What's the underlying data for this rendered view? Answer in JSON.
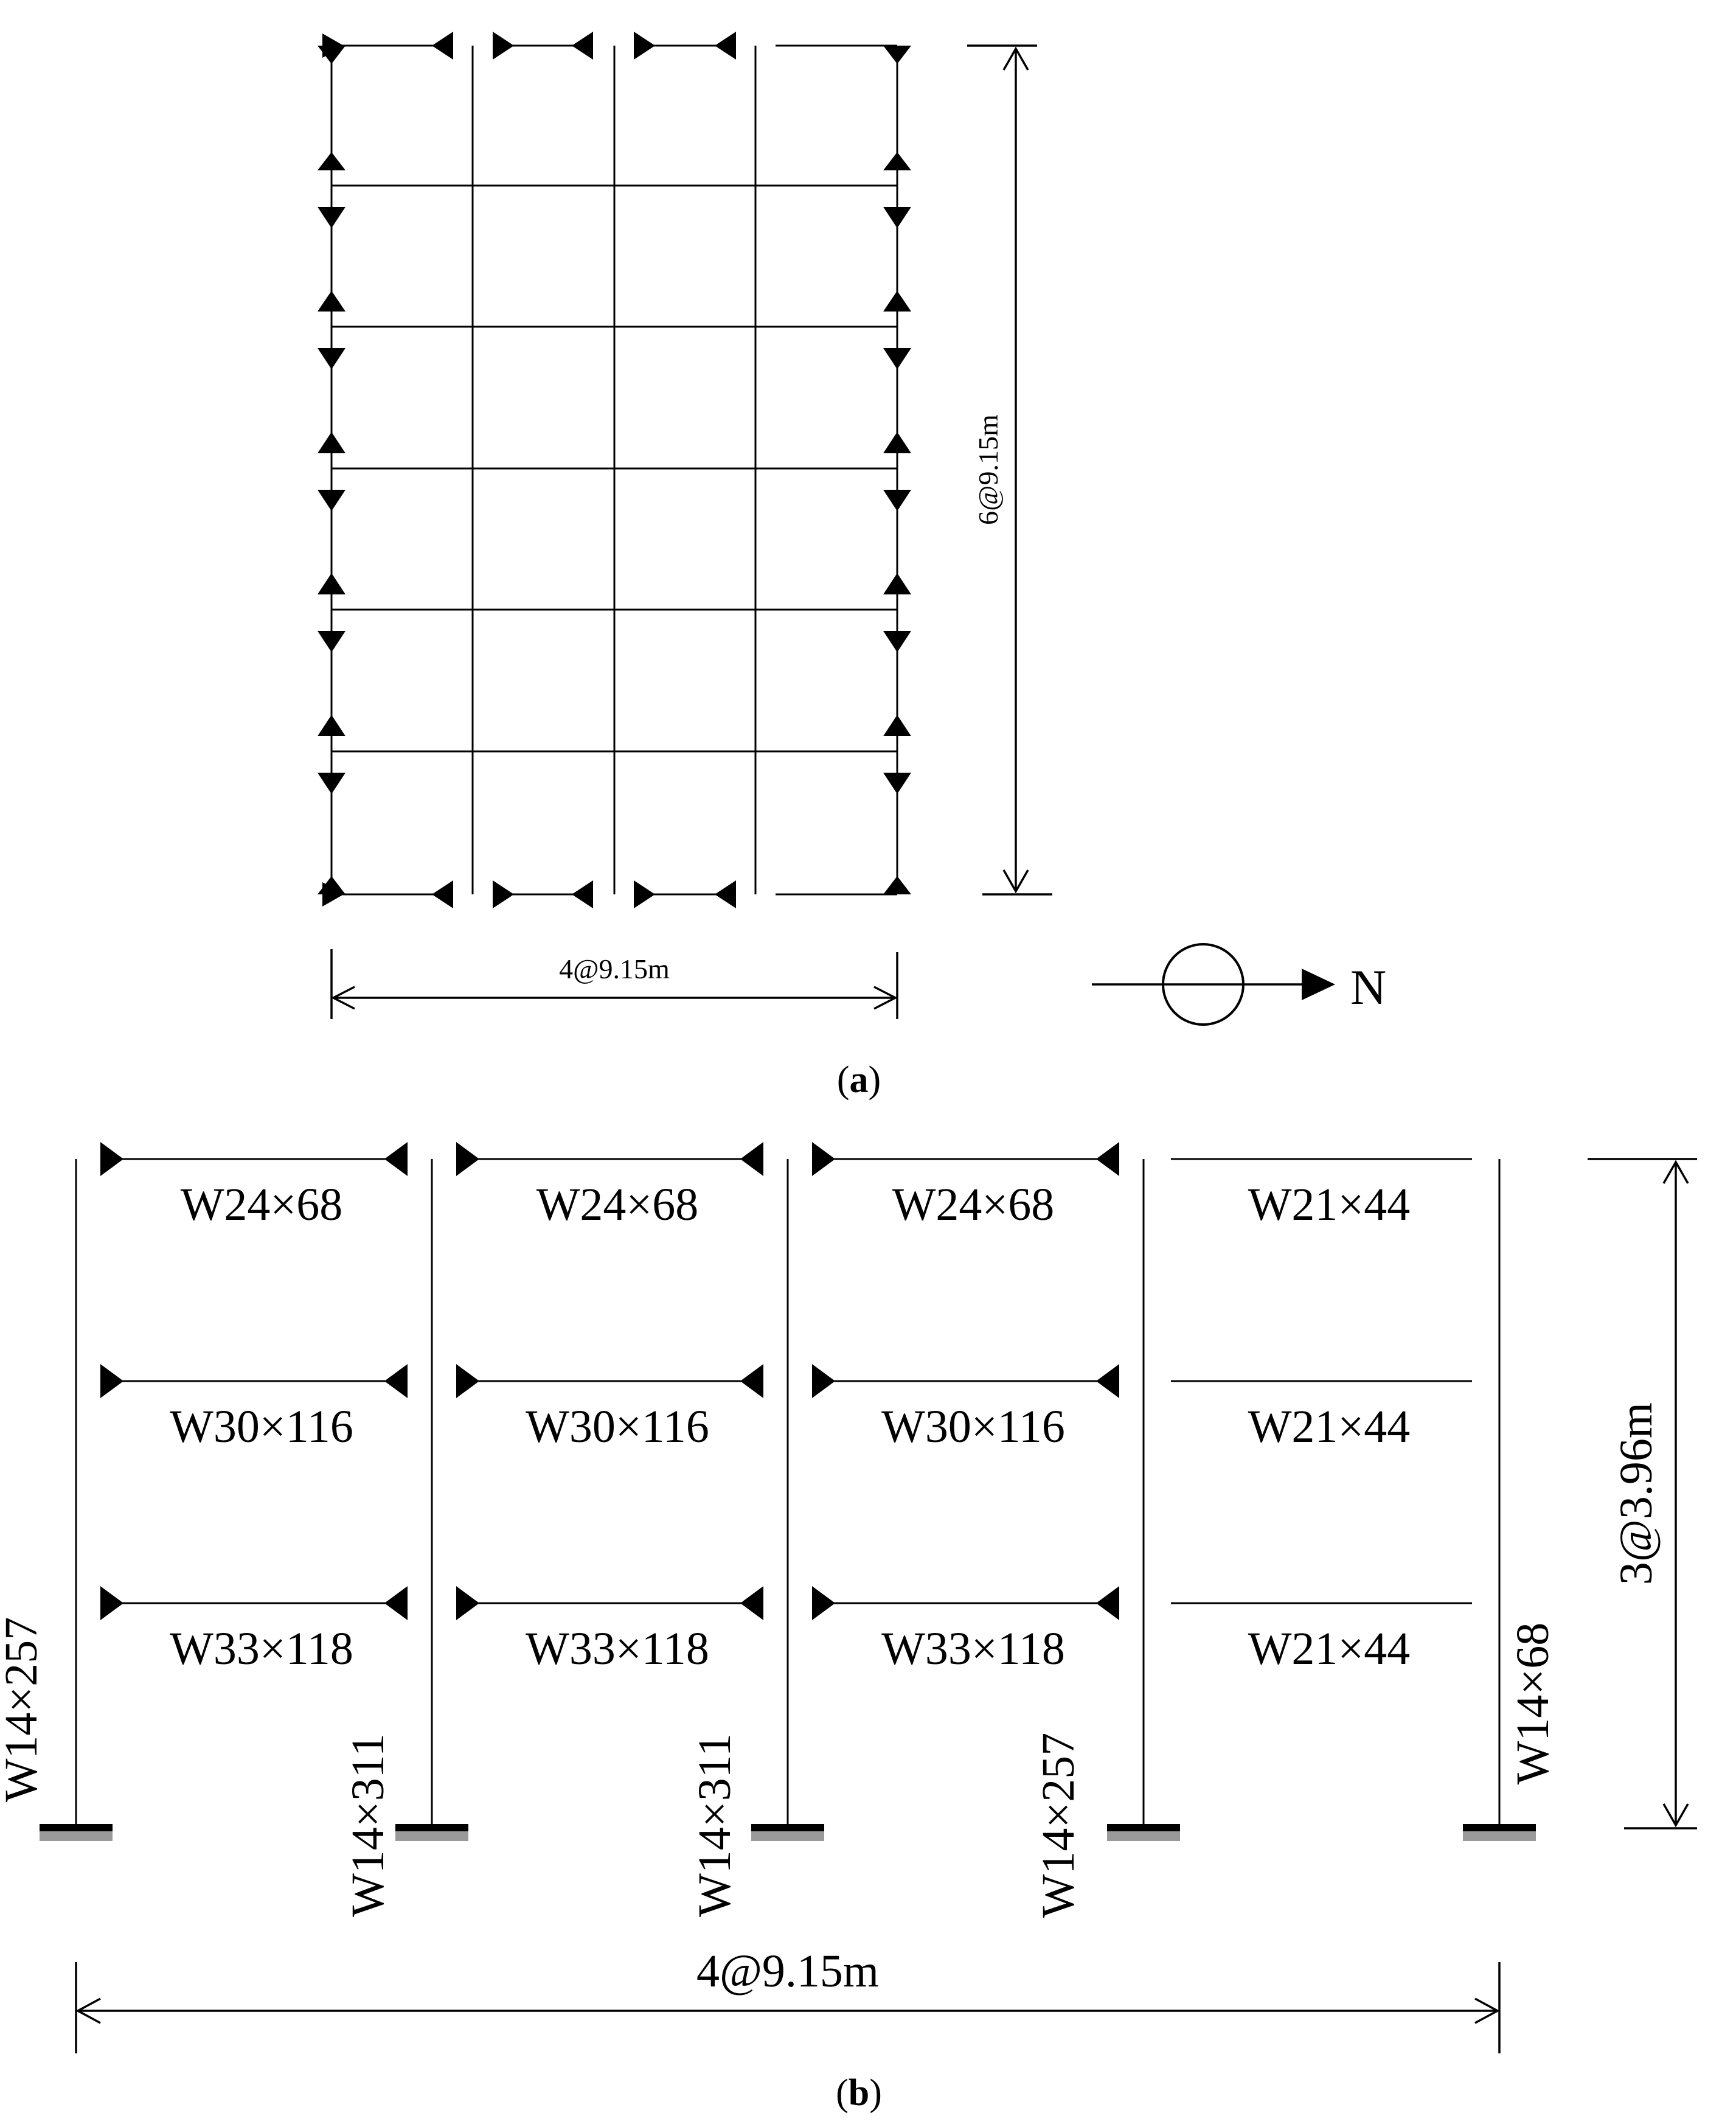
{
  "panel_a": {
    "caption_open": "(",
    "caption_letter": "a",
    "caption_close": ")",
    "vertical_dimension": "6@9.15m",
    "horizontal_dimension": "4@9.15m",
    "north_label": "N"
  },
  "panel_b": {
    "caption_open": "(",
    "caption_letter": "b",
    "caption_close": ")",
    "beams": [
      [
        "W24×68",
        "W24×68",
        "W24×68",
        "W21×44"
      ],
      [
        "W30×116",
        "W30×116",
        "W30×116",
        "W21×44"
      ],
      [
        "W33×118",
        "W33×118",
        "W33×118",
        "W21×44"
      ]
    ],
    "columns": [
      "W14×257",
      "W14×311",
      "W14×311",
      "W14×257",
      "W14×68"
    ],
    "vertical_dimension": "3@3.96m",
    "horizontal_dimension": "4@9.15m"
  }
}
